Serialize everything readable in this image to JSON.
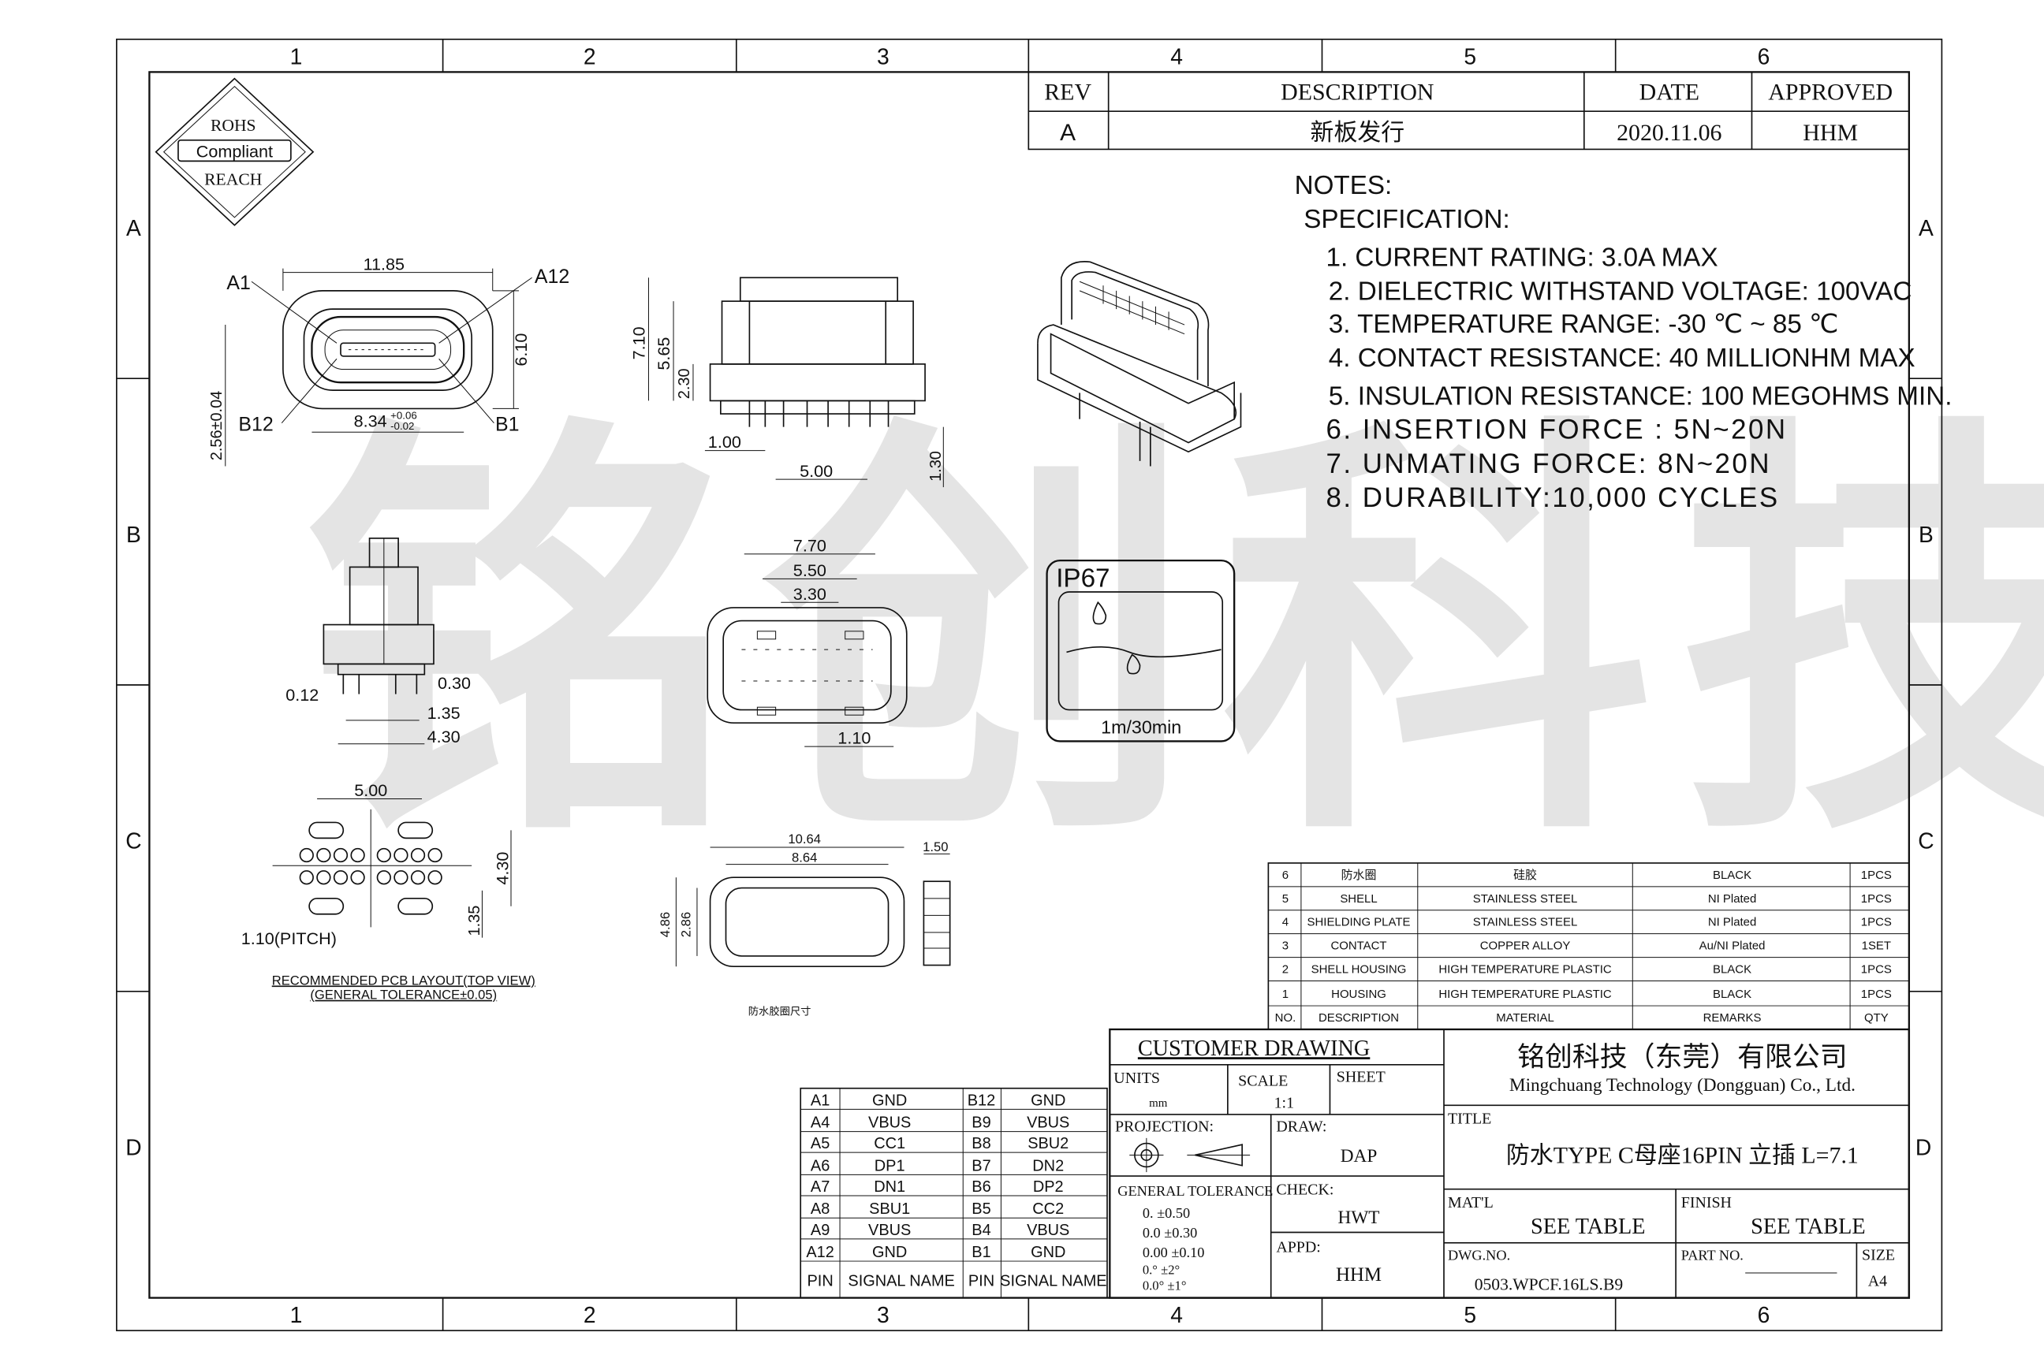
{
  "zones": {
    "columns": [
      "1",
      "2",
      "3",
      "4",
      "5",
      "6"
    ],
    "rows": [
      "A",
      "B",
      "C",
      "D"
    ]
  },
  "badge": {
    "line1": "ROHS",
    "line2": "Compliant",
    "line3": "REACH"
  },
  "watermark": "铭创科技",
  "revision_table": {
    "headers": {
      "rev": "REV",
      "description": "DESCRIPTION",
      "date": "DATE",
      "approved": "APPROVED"
    },
    "row": {
      "rev": "A",
      "description": "新板发行",
      "date": "2020.11.06",
      "approved": "HHM"
    }
  },
  "notes": {
    "title": "NOTES:",
    "subtitle": "SPECIFICATION:",
    "items": [
      "1. CURRENT RATING: 3.0A MAX",
      "2. DIELECTRIC WITHSTAND VOLTAGE: 100VAC",
      "3. TEMPERATURE RANGE: -30 ℃ ~ 85 ℃",
      "4. CONTACT RESISTANCE: 40 MILLIONHM MAX",
      "5. INSULATION RESISTANCE: 100 MEGOHMS MIN.",
      "6. INSERTION FORCE : 5N~20N",
      "7. UNMATING FORCE: 8N~20N",
      "8. DURABILITY:10,000 CYCLES"
    ]
  },
  "dimensions": {
    "front": {
      "width": "11.85",
      "height": "6.10",
      "inner": "8.34",
      "tol_plus": "+0.06",
      "tol_minus": "-0.02",
      "depth": "2.56±0.04",
      "a1": "A1",
      "a12": "A12",
      "b12": "B12",
      "b1": "B1"
    },
    "side": {
      "h1": "7.10",
      "h2": "5.65",
      "h3": "2.30",
      "pitch": "1.00",
      "span": "5.00",
      "leg": "1.30"
    },
    "end": {
      "d1": "0.12",
      "d2": "0.30",
      "d3": "1.35",
      "d4": "4.30"
    },
    "bottom": {
      "w1": "7.70",
      "w2": "5.50",
      "w3": "3.30",
      "p": "1.10"
    },
    "pcb": {
      "w": "5.00",
      "h": "4.30",
      "h2": "1.35",
      "pitch": "1.10(PITCH)",
      "caption1": "RECOMMENDED PCB LAYOUT(TOP VIEW)",
      "caption2": "(GENERAL TOLERANCE±0.05)"
    },
    "gasket": {
      "w1": "10.64",
      "w2": "8.64",
      "h1": "4.86",
      "h2": "2.86",
      "t": "1.50",
      "caption": "防水胶圈尺寸"
    }
  },
  "ip_badge": {
    "rating": "IP67",
    "depth": "1m/30min"
  },
  "bom": {
    "headers": {
      "no": "NO.",
      "description": "DESCRIPTION",
      "material": "MATERIAL",
      "remarks": "REMARKS",
      "qty": "QTY"
    },
    "rows": [
      {
        "no": "6",
        "part_cn": "防水圈",
        "material": "硅胶",
        "remarks": "BLACK",
        "qty": "1PCS"
      },
      {
        "no": "5",
        "part_cn": "SHELL",
        "material": "STAINLESS STEEL",
        "remarks": "NI Plated",
        "qty": "1PCS"
      },
      {
        "no": "4",
        "part_cn": "SHIELDING PLATE",
        "material": "STAINLESS STEEL",
        "remarks": "NI Plated",
        "qty": "1PCS"
      },
      {
        "no": "3",
        "part_cn": "CONTACT",
        "material": "COPPER ALLOY",
        "remarks": "Au/NI Plated",
        "qty": "1SET"
      },
      {
        "no": "2",
        "part_cn": "SHELL HOUSING",
        "material": "HIGH TEMPERATURE PLASTIC",
        "remarks": "BLACK",
        "qty": "1PCS"
      },
      {
        "no": "1",
        "part_cn": "HOUSING",
        "material": "HIGH TEMPERATURE PLASTIC",
        "remarks": "BLACK",
        "qty": "1PCS"
      }
    ]
  },
  "pin_table": {
    "headers": {
      "pin": "PIN",
      "signal": "SIGNAL NAME"
    },
    "rows": [
      [
        "A1",
        "GND",
        "B12",
        "GND"
      ],
      [
        "A4",
        "VBUS",
        "B9",
        "VBUS"
      ],
      [
        "A5",
        "CC1",
        "B8",
        "SBU2"
      ],
      [
        "A6",
        "DP1",
        "B7",
        "DN2"
      ],
      [
        "A7",
        "DN1",
        "B6",
        "DP2"
      ],
      [
        "A8",
        "SBU1",
        "B5",
        "CC2"
      ],
      [
        "A9",
        "VBUS",
        "B4",
        "VBUS"
      ],
      [
        "A12",
        "GND",
        "B1",
        "GND"
      ]
    ]
  },
  "title_block": {
    "customer_drawing": "CUSTOMER DRAWING",
    "units_label": "UNITS",
    "units_value": "mm",
    "scale_label": "SCALE",
    "scale_value": "1:1",
    "sheet_label": "SHEET",
    "projection_label": "PROJECTION:",
    "tolerance_label": "GENERAL TOLERANCE",
    "tolerances": [
      "0.   ±0.50",
      "0.0  ±0.30",
      "0.00 ±0.10",
      "0.°  ±2°",
      "0.0° ±1°"
    ],
    "draw_label": "DRAW:",
    "draw_value": "DAP",
    "check_label": "CHECK:",
    "check_value": "HWT",
    "appd_label": "APPD:",
    "appd_value": "HHM",
    "company_cn": "铭创科技（东莞）有限公司",
    "company_en": "Mingchuang Technology (Dongguan) Co., Ltd.",
    "title_label": "TITLE",
    "title_value": "防水TYPE C母座16PIN 立插 L=7.1",
    "matl_label": "MAT'L",
    "matl_value": "SEE TABLE",
    "finish_label": "FINISH",
    "finish_value": "SEE TABLE",
    "dwg_label": "DWG.NO.",
    "dwg_value": "0503.WPCF.16LS.B9",
    "part_label": "PART NO.",
    "size_label": "SIZE",
    "size_value": "A4"
  }
}
